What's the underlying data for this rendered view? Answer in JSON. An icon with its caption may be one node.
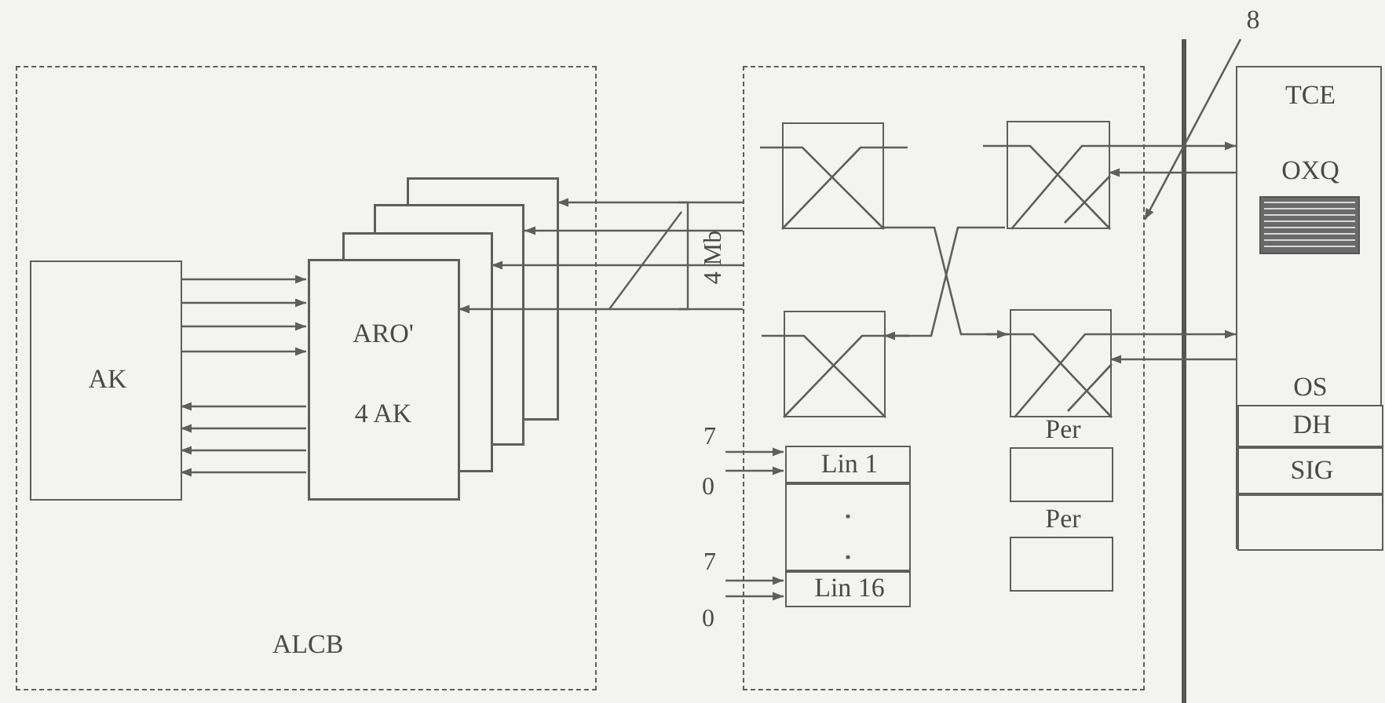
{
  "diagram": {
    "nodes": [
      {
        "text": [
          "ALCB"
        ]
      },
      {
        "text": [
          "AK"
        ],
        "in": 0
      },
      {
        "text": [
          "ARO'",
          "4 AK"
        ],
        "in": 0
      },
      {
        "text": [],
        "shape": "box"
      },
      {
        "text": [],
        "shape": "box",
        "in": 3
      },
      {
        "text": [],
        "shape": "box",
        "in": 3
      },
      {
        "text": [],
        "shape": "box",
        "in": 3
      },
      {
        "text": [],
        "shape": "box",
        "in": 3
      },
      {
        "text": [
          "Lin 1"
        ],
        "in": 3
      },
      {
        "text": [],
        "shape": "box",
        "in": 3
      },
      {
        "text": [
          "Lin 16"
        ],
        "in": 3
      },
      {
        "text": [
          "Per"
        ],
        "in": 3
      },
      {
        "text": [
          "Per"
        ],
        "in": 3
      },
      {
        "text": [
          "8"
        ]
      },
      {
        "text": [
          "TCE",
          "OXQ",
          "OS"
        ]
      },
      {
        "text": [
          "DH"
        ],
        "in": 14
      },
      {
        "text": [
          "SIG"
        ],
        "in": 14
      },
      {
        "text": [],
        "shape": "box",
        "in": 14
      }
    ],
    "edges": [
      {
        "from": 1,
        "to": 2,
        "arrow": "to"
      },
      {
        "from": 1,
        "to": 2,
        "arrow": "to"
      },
      {
        "from": 1,
        "to": 2,
        "arrow": "to"
      },
      {
        "from": 1,
        "to": 2,
        "arrow": "to"
      },
      {
        "from": 2,
        "to": 1,
        "arrow": "to"
      },
      {
        "from": 2,
        "to": 1,
        "arrow": "to"
      },
      {
        "from": 2,
        "to": 1,
        "arrow": "to"
      },
      {
        "from": 2,
        "to": 1,
        "arrow": "to"
      },
      {
        "from": 3,
        "to": 2,
        "arrow": "to"
      },
      {
        "from": 3,
        "to": 2,
        "arrow": "to"
      },
      {
        "from": 3,
        "to": 2,
        "arrow": "to"
      },
      {
        "from": 3,
        "to": 2,
        "arrow": "to"
      },
      {
        "from": 4,
        "to": 7,
        "arrow": "to"
      },
      {
        "from": 5,
        "to": 6,
        "arrow": "to"
      },
      {
        "from": 5,
        "to": 14,
        "arrow": "to"
      },
      {
        "from": 14,
        "to": 5,
        "arrow": "to"
      },
      {
        "from": 7,
        "to": 14,
        "arrow": "to"
      },
      {
        "from": 14,
        "to": 7,
        "arrow": "to"
      },
      {
        "from": null,
        "to": 8,
        "arrow": "to"
      },
      {
        "from": null,
        "to": 8,
        "arrow": "to"
      },
      {
        "from": null,
        "to": 10,
        "arrow": "to"
      },
      {
        "from": null,
        "to": 10,
        "arrow": "to"
      },
      {
        "from": 13,
        "to": 3,
        "arrow": "to"
      }
    ],
    "labels": [
      "4 Mb",
      "7",
      "0",
      "7",
      "0"
    ]
  }
}
